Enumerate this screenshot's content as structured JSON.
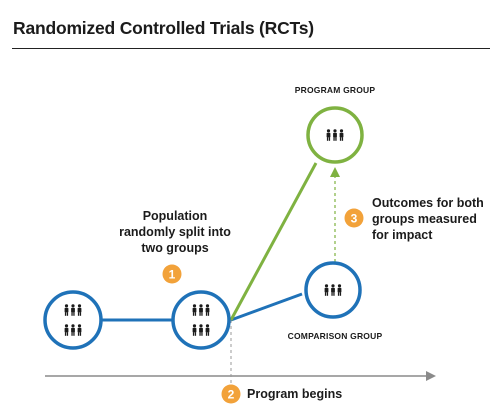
{
  "title": "Randomized Controlled Trials (RCTs)",
  "labels": {
    "program_group": "PROGRAM GROUP",
    "comparison_group": "COMPARISON GROUP",
    "split_line1": "Population",
    "split_line2": "randomly split into",
    "split_line3": "two groups",
    "outcomes_line1": "Outcomes for both",
    "outcomes_line2": "groups measured",
    "outcomes_line3": "for impact",
    "program_begins": "Program begins"
  },
  "steps": [
    "1",
    "2",
    "3"
  ],
  "colors": {
    "blue": "#1f72b8",
    "green": "#7fb241",
    "orange": "#f2a23a",
    "arrow": "#8a8a8a",
    "text": "#1b1b1b"
  }
}
